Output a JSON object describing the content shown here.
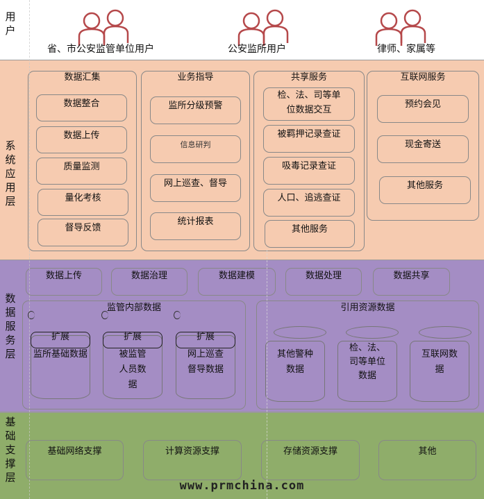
{
  "users": {
    "title": "用户",
    "groups": [
      "省、市公安监管单位用户",
      "公安监所用户",
      "律师、家属等"
    ]
  },
  "app_layer": {
    "title": "系统应用层",
    "groups": [
      {
        "title": "数据汇集",
        "items": [
          "数据整合",
          "数据上传",
          "质量监测",
          "量化考核",
          "督导反馈"
        ]
      },
      {
        "title": "业务指导",
        "items": [
          "监所分级预警",
          "信息研判",
          "网上巡查、督导",
          "统计报表"
        ]
      },
      {
        "title": "共享服务",
        "items": [
          "检、法、司等单位数据交互",
          "被羁押记录查证",
          "吸毒记录查证",
          "人口、追逃查证",
          "其他服务"
        ]
      },
      {
        "title": "互联网服务",
        "items": [
          "预约会见",
          "现金寄送",
          "其他服务"
        ]
      }
    ]
  },
  "data_layer": {
    "title": "数据服务层",
    "services": [
      "数据上传",
      "数据治理",
      "数据建模",
      "数据处理",
      "数据共享"
    ],
    "internal": {
      "title": "监管内部数据",
      "ext_label": "扩展",
      "items": [
        "监所基础数据",
        "被监管人员数据",
        "网上巡查督导数据"
      ]
    },
    "external": {
      "title": "引用资源数据",
      "items": [
        "其他警种数据",
        "检、法、司等单位数据",
        "互联网数据"
      ]
    }
  },
  "base_layer": {
    "title": "基础支撑层",
    "items": [
      "基础网络支撑",
      "计算资源支撑",
      "存储资源支撑",
      "其他"
    ]
  },
  "watermark": "www.prmchina.com",
  "colors": {
    "app": "#f6cbb0",
    "data": "#a48dc4",
    "base": "#8fad6a",
    "icon": "#b5484a"
  }
}
